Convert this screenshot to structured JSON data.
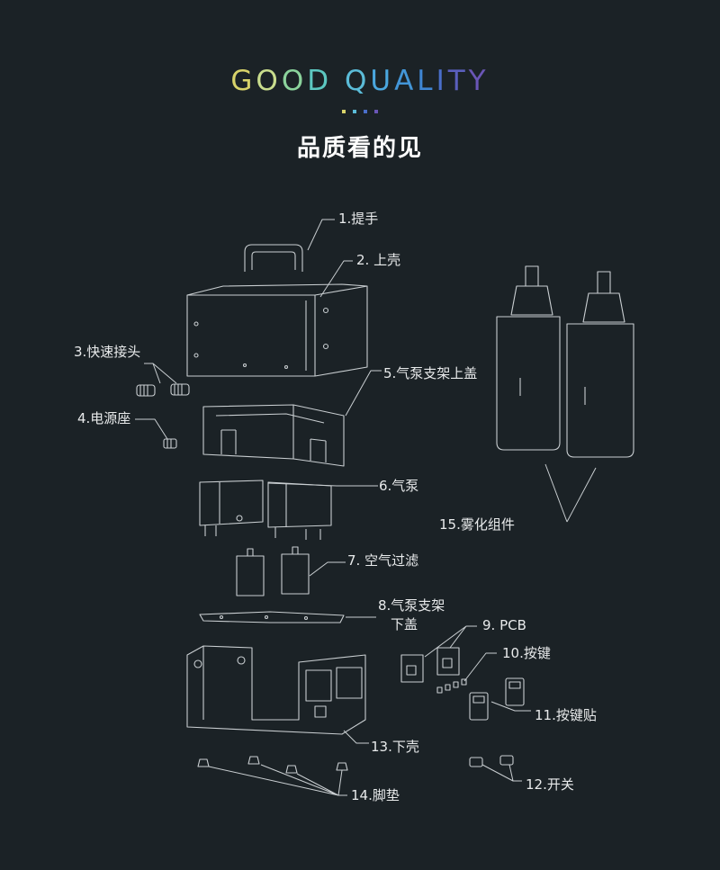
{
  "heading": {
    "text": "GOOD QUALITY",
    "letter_colors": [
      "#d8d36a",
      "#c9dd8d",
      "#8bd39c",
      "#5cc7c0",
      "#5bbcd8",
      "#4aa7df",
      "#4396d8",
      "#3f86d3",
      "#4a6ec9",
      "#5a5fbd",
      "#6a56b6",
      "#7551ad"
    ]
  },
  "dot_colors": [
    "#d8d36a",
    "#5bbcd8",
    "#4a6ec9",
    "#6a56b6"
  ],
  "subtitle": "品质看的见",
  "labels": {
    "handle": "1.提手",
    "top_shell": "2. 上壳",
    "quick_connector": "3.快速接头",
    "power_socket": "4.电源座",
    "pump_bracket_top": "5.气泵支架上盖",
    "air_pump": "6.气泵",
    "air_filter": "7. 空气过滤",
    "pump_bracket_bottom_line1": "8.气泵支架",
    "pump_bracket_bottom_line2": "下盖",
    "pcb": "9. PCB",
    "button": "10.按键",
    "button_sticker": "11.按键贴",
    "switch": "12.开关",
    "bottom_shell": "13.下壳",
    "feet": "14.脚垫",
    "atomizer": "15.雾化组件"
  }
}
